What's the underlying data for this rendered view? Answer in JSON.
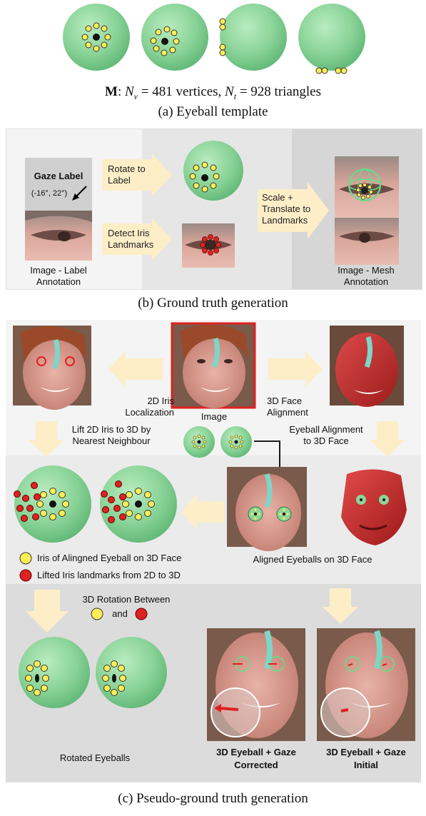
{
  "panel_a": {
    "equation": "M: N_v = 481 vertices, N_t = 928 triangles",
    "eq_M": "M",
    "eq_rest_1": ": ",
    "eq_nv": "N",
    "eq_nv_sub": "v",
    "eq_nv_val": " = 481 vertices, ",
    "eq_nt": "N",
    "eq_nt_sub": "t",
    "eq_nt_val": " = 928 triangles",
    "caption": "(a) Eyeball template"
  },
  "panel_b": {
    "gaze_label_title": "Gaze Label",
    "gaze_label_value": "(-16°, 22°)",
    "rotate_to_label": "Rotate to Label",
    "detect_iris": "Detect Iris Landmarks",
    "scale_translate": "Scale + Translate to Landmarks",
    "image_label_annotation": "Image - Label Annotation",
    "image_mesh_annotation": "Image - Mesh Annotation",
    "caption": "(b) Ground truth generation"
  },
  "panel_c": {
    "iris_localization": "2D Iris Localization",
    "face_alignment": "3D Face Alignment",
    "image": "Image",
    "lift_iris": "Lift 2D Iris to 3D by Nearest Neighbour",
    "eyeball_alignment": "Eyeball Alignment to 3D Face",
    "legend_yellow": "Iris of Alingned Eyeball on 3D Face",
    "legend_red": "Lifted Iris landmarks from 2D to 3D",
    "aligned_eyeballs": "Aligned Eyeballs on 3D Face",
    "rotation_between": "3D Rotation Between",
    "and": "and",
    "rotated_eyeballs": "Rotated Eyeballs",
    "gaze_corrected_1": "3D Eyeball + Gaze",
    "gaze_corrected_2": "Corrected",
    "gaze_initial_1": "3D Eyeball + Gaze",
    "gaze_initial_2": "Initial",
    "caption": "(c) Pseudo-ground truth generation"
  },
  "colors": {
    "eyeball_green": "#8fd49a",
    "iris_yellow": "#ffee55",
    "landmark_red": "#dd2222",
    "arrow_fill": "#fdeec8",
    "panel_gray": "#e8e8e8",
    "panel_gray_dark": "#d9d9d9"
  }
}
